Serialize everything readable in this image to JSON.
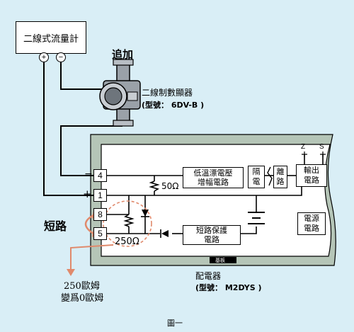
{
  "flowmeter": {
    "label": "二線式流量計",
    "plus": "+",
    "minus": "−"
  },
  "add_on": "追加",
  "indicator": {
    "name": "二線制數顯器",
    "model": "(型號：  6DV-B    )"
  },
  "terminals": {
    "t4": "4",
    "t1": "1",
    "t8": "8",
    "t5": "5",
    "minus": "−",
    "plus": "+"
  },
  "internal": {
    "amp": [
      "低溫漂電壓",
      "增幅電路"
    ],
    "iso": [
      "隔",
      "電"
    ],
    "sep": [
      "離",
      "路"
    ],
    "out": [
      "輸出",
      "電路"
    ],
    "power": [
      "電源",
      "電路"
    ],
    "protect": [
      "短路保護",
      "電路"
    ],
    "r50": "50Ω",
    "r250": "250Ω",
    "z": "Z",
    "s": "S",
    "board": "基板"
  },
  "short_label": "短路",
  "note": [
    "250歐姆",
    "變爲0歐姆"
  ],
  "distributor": {
    "name": "配電器",
    "model": "(型號：  M2DYS  )"
  },
  "figure": "圖一"
}
